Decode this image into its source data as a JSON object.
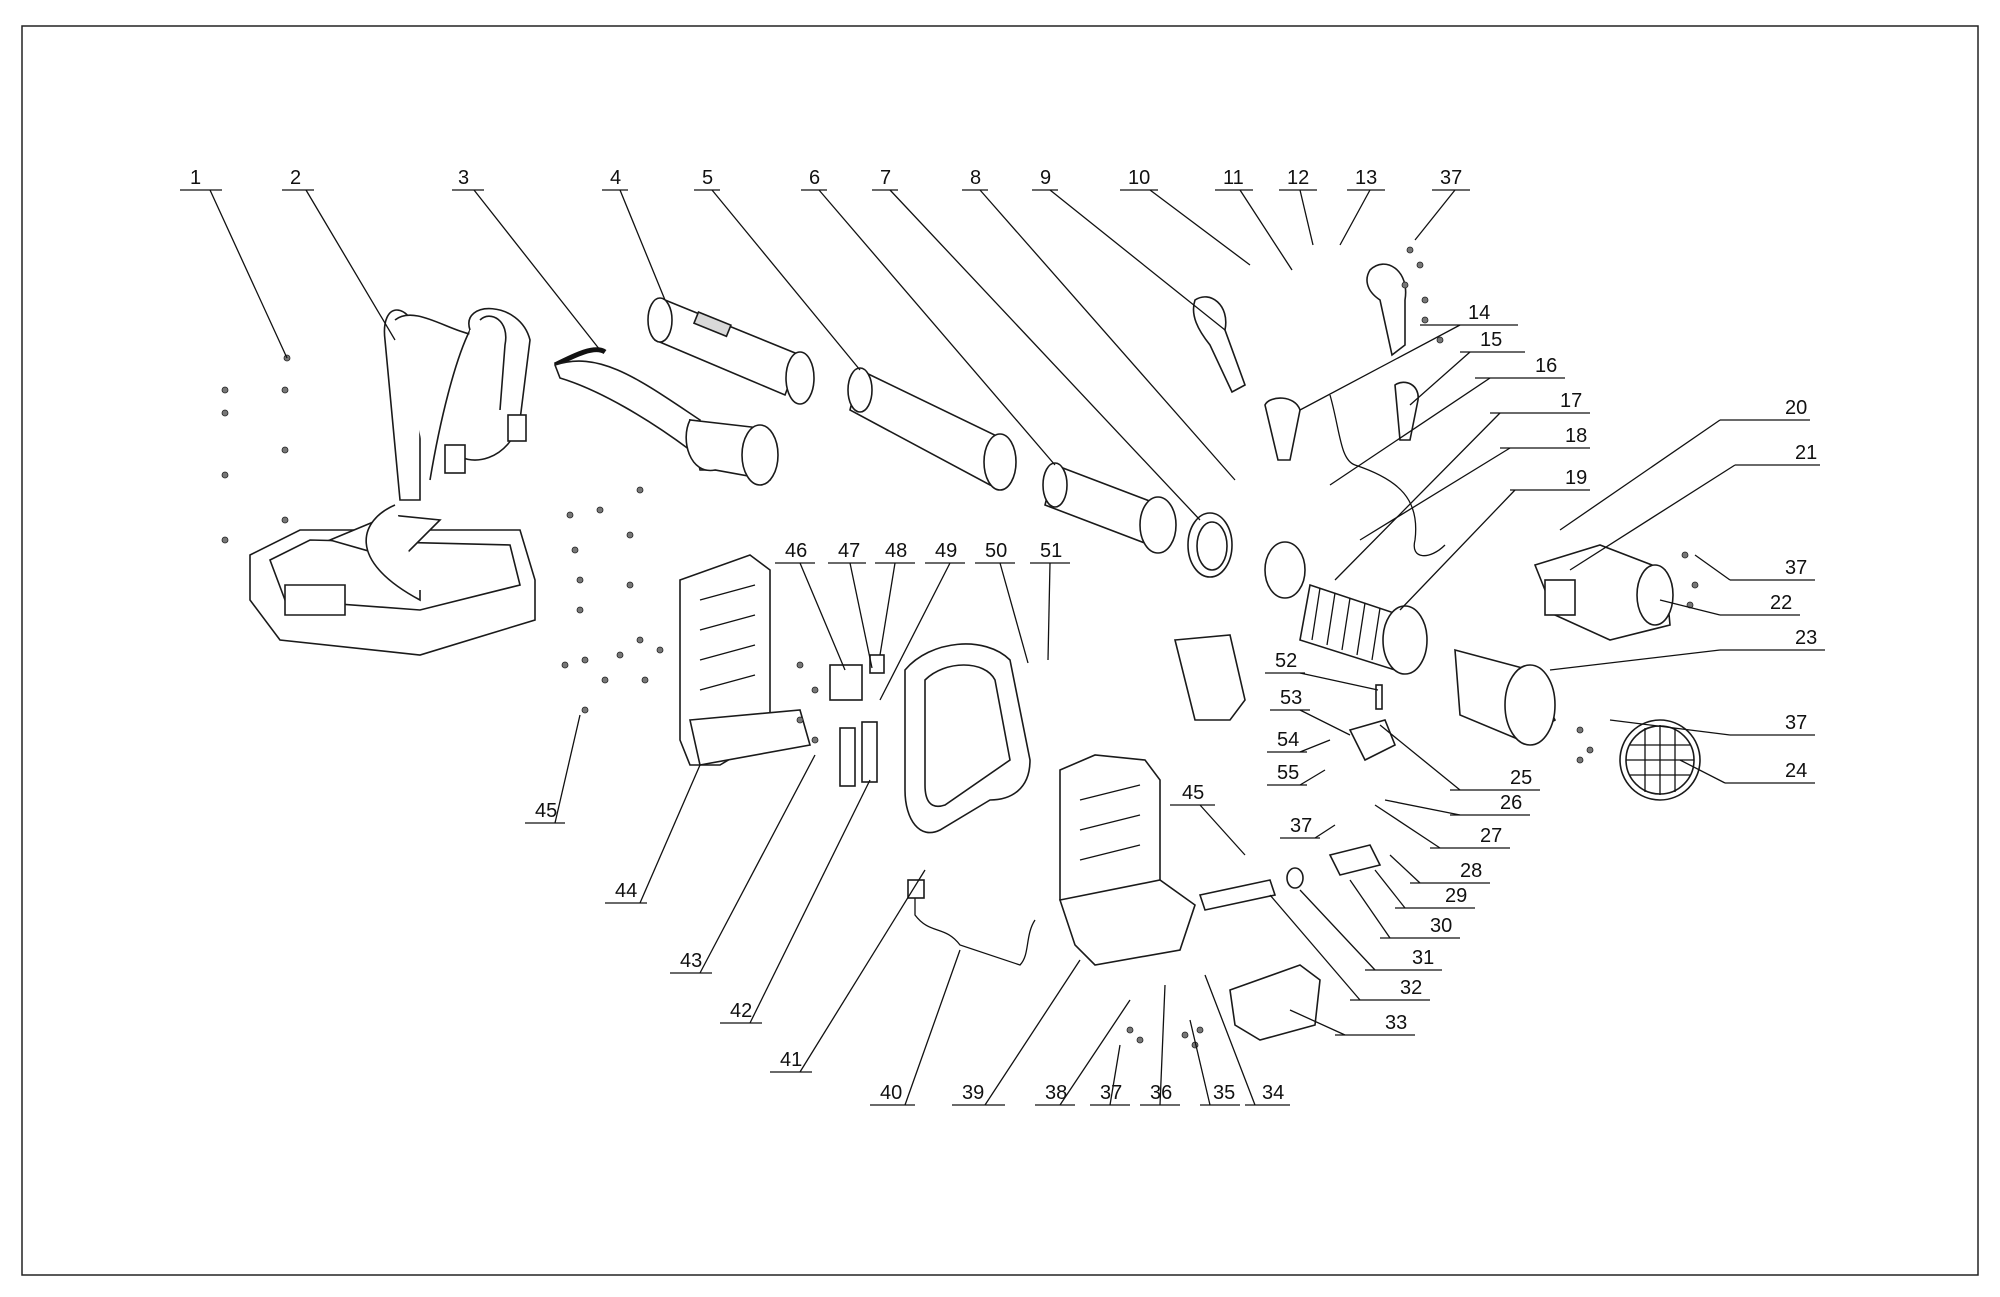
{
  "diagram": {
    "callouts": [
      {
        "id": "1",
        "label": "1"
      },
      {
        "id": "2",
        "label": "2"
      },
      {
        "id": "3",
        "label": "3"
      },
      {
        "id": "4",
        "label": "4"
      },
      {
        "id": "5",
        "label": "5"
      },
      {
        "id": "6",
        "label": "6"
      },
      {
        "id": "7",
        "label": "7"
      },
      {
        "id": "8",
        "label": "8"
      },
      {
        "id": "9",
        "label": "9"
      },
      {
        "id": "10",
        "label": "10"
      },
      {
        "id": "11",
        "label": "11"
      },
      {
        "id": "12",
        "label": "12"
      },
      {
        "id": "13",
        "label": "13"
      },
      {
        "id": "37a",
        "label": "37"
      },
      {
        "id": "14",
        "label": "14"
      },
      {
        "id": "15",
        "label": "15"
      },
      {
        "id": "16",
        "label": "16"
      },
      {
        "id": "17",
        "label": "17"
      },
      {
        "id": "18",
        "label": "18"
      },
      {
        "id": "19",
        "label": "19"
      },
      {
        "id": "20",
        "label": "20"
      },
      {
        "id": "21",
        "label": "21"
      },
      {
        "id": "37b",
        "label": "37"
      },
      {
        "id": "22",
        "label": "22"
      },
      {
        "id": "23",
        "label": "23"
      },
      {
        "id": "37c",
        "label": "37"
      },
      {
        "id": "24",
        "label": "24"
      },
      {
        "id": "25",
        "label": "25"
      },
      {
        "id": "26",
        "label": "26"
      },
      {
        "id": "27",
        "label": "27"
      },
      {
        "id": "28",
        "label": "28"
      },
      {
        "id": "29",
        "label": "29"
      },
      {
        "id": "30",
        "label": "30"
      },
      {
        "id": "31",
        "label": "31"
      },
      {
        "id": "32",
        "label": "32"
      },
      {
        "id": "33",
        "label": "33"
      },
      {
        "id": "34",
        "label": "34"
      },
      {
        "id": "35",
        "label": "35"
      },
      {
        "id": "36",
        "label": "36"
      },
      {
        "id": "37d",
        "label": "37"
      },
      {
        "id": "38",
        "label": "38"
      },
      {
        "id": "39",
        "label": "39"
      },
      {
        "id": "40",
        "label": "40"
      },
      {
        "id": "41",
        "label": "41"
      },
      {
        "id": "42",
        "label": "42"
      },
      {
        "id": "43",
        "label": "43"
      },
      {
        "id": "44",
        "label": "44"
      },
      {
        "id": "45a",
        "label": "45"
      },
      {
        "id": "45b",
        "label": "45"
      },
      {
        "id": "46",
        "label": "46"
      },
      {
        "id": "47",
        "label": "47"
      },
      {
        "id": "48",
        "label": "48"
      },
      {
        "id": "49",
        "label": "49"
      },
      {
        "id": "50",
        "label": "50"
      },
      {
        "id": "51",
        "label": "51"
      },
      {
        "id": "52",
        "label": "52"
      },
      {
        "id": "53",
        "label": "53"
      },
      {
        "id": "54",
        "label": "54"
      },
      {
        "id": "55",
        "label": "55"
      },
      {
        "id": "37e",
        "label": "37"
      }
    ]
  }
}
